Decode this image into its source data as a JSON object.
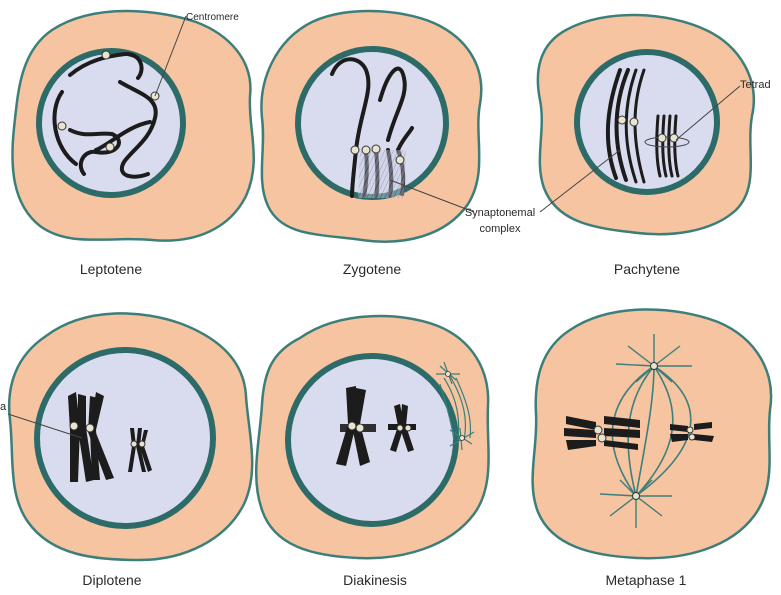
{
  "panels": [
    {
      "id": "leptotene",
      "label": "Leptotene"
    },
    {
      "id": "zygotene",
      "label": "Zygotene"
    },
    {
      "id": "pachytene",
      "label": "Pachytene"
    },
    {
      "id": "diplotene",
      "label": "Diplotene"
    },
    {
      "id": "diakinesis",
      "label": "Diakinesis"
    },
    {
      "id": "metaphase",
      "label": "Metaphase 1"
    }
  ],
  "callouts": {
    "centromere": "Centromere",
    "synaptonemal_line1": "Synaptonemal",
    "synaptonemal_line2": "complex",
    "tetrad": "Tetrad",
    "chiasma": "a"
  },
  "colors": {
    "cytoplasm": "#f6c4a1",
    "cell_outline": "#3c7f7a",
    "nucleus": "#d9dcef",
    "nuclear_envelope": "#2d6b68",
    "chromosome": "#1c1c1c",
    "text": "#2a2a2a"
  }
}
